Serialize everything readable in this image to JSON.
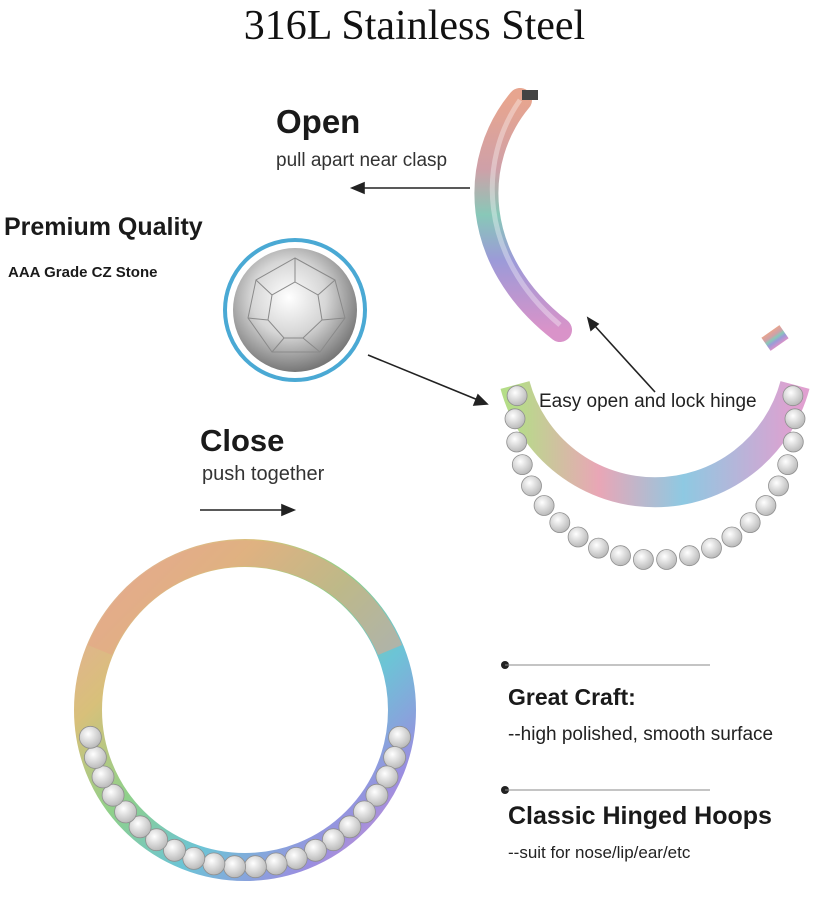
{
  "title": "316L Stainless Steel",
  "open": {
    "heading": "Open",
    "subtext": "pull apart near clasp"
  },
  "premium": {
    "heading": "Premium Quality",
    "subtext": "AAA Grade CZ Stone"
  },
  "hinge_label": "Easy open and lock hinge",
  "close": {
    "heading": "Close",
    "subtext": "push together"
  },
  "features": [
    {
      "heading": "Great Craft:",
      "subtext": "--high polished, smooth surface"
    },
    {
      "heading": "Classic Hinged Hoops",
      "subtext": "--suit for nose/lip/ear/etc"
    }
  ],
  "colors": {
    "rainbow": [
      "#e7a3b0",
      "#d9b07e",
      "#a9d27a",
      "#72c6c9",
      "#8b8ee0",
      "#d48fd4"
    ],
    "text": "#1a1a1a"
  }
}
